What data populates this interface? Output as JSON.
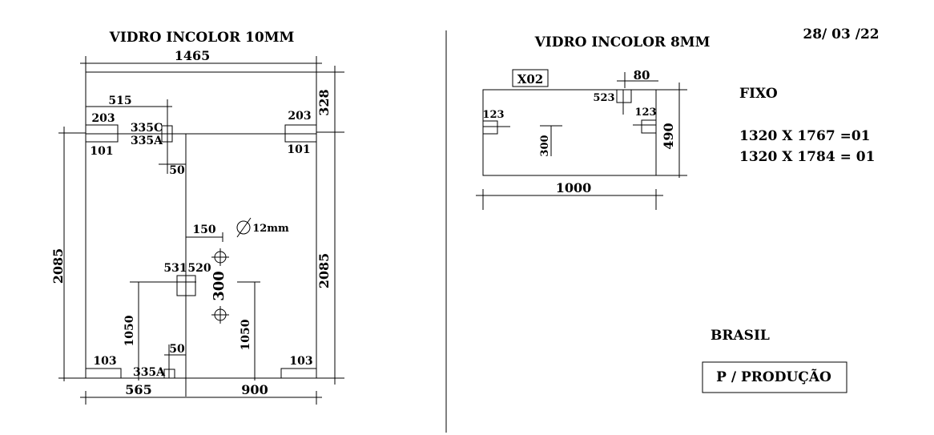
{
  "left_drawing": {
    "title": "VIDRO INCOLOR 10MM",
    "overall_width": "1465",
    "overall_height_left": "2085",
    "overall_height_right": "2085",
    "top_right_height": "328",
    "dim_515": "515",
    "dim_203_left": "203",
    "dim_101_left": "101",
    "dim_203_right": "203",
    "dim_101_right": "101",
    "label_335c": "335C",
    "label_335a_top": "335A",
    "dim_50_top": "50",
    "dim_150": "150",
    "hole_diameter": "12mm",
    "dim_531": "531",
    "dim_520": "520",
    "dim_300": "300",
    "dim_1050_left": "1050",
    "dim_1050_right": "1050",
    "dim_50_bottom": "50",
    "dim_103_left": "103",
    "label_335a_bottom": "335A",
    "dim_103_right": "103",
    "bottom_dim_565": "565",
    "bottom_dim_900": "900"
  },
  "right_drawing": {
    "title": "VIDRO INCOLOR 8MM",
    "date": "28/ 03 /22",
    "tag": "X02",
    "dim_80": "80",
    "dim_523": "523",
    "dim_123_left": "123",
    "dim_123_right": "123",
    "dim_300": "300",
    "dim_490": "490",
    "width": "1000"
  },
  "notes": {
    "fixo": "FIXO",
    "line1": "1320 X 1767 =01",
    "line2": "1320 X 1784 = 01",
    "brasil": "BRASIL",
    "producao": "P / PRODUÇÃO"
  }
}
